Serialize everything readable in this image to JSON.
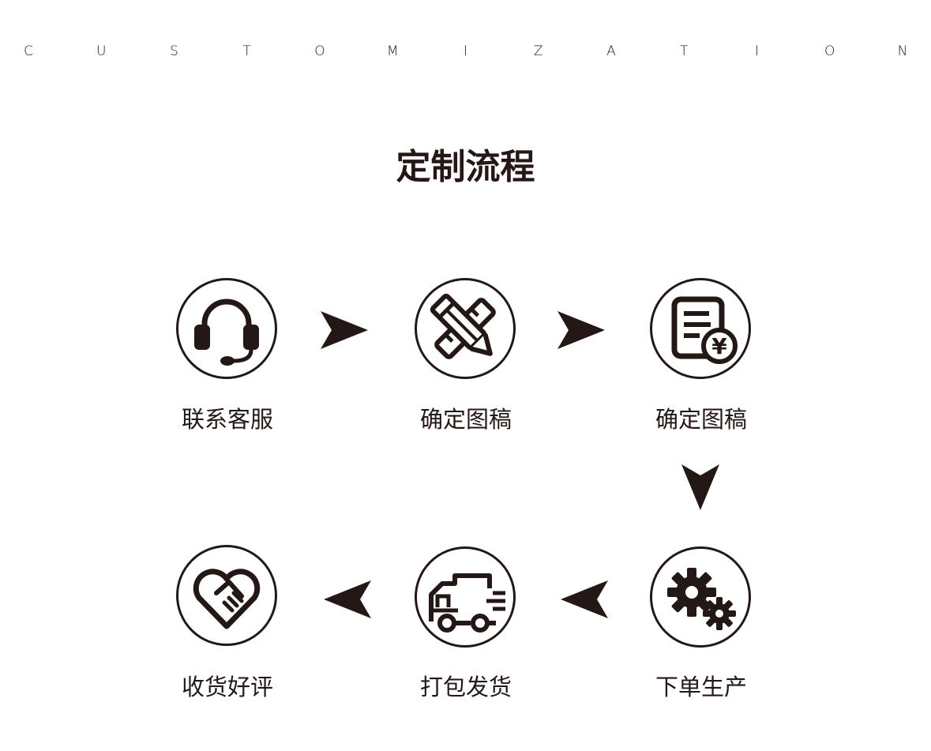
{
  "banner": {
    "letters": [
      "C",
      "U",
      "S",
      "T",
      "O",
      "M",
      "I",
      "Z",
      "A",
      "T",
      "I",
      "O",
      "N"
    ]
  },
  "title": "定制流程",
  "steps": {
    "contact": {
      "label": "联系客服",
      "icon": "headset-icon"
    },
    "design": {
      "label": "确定图稿",
      "icon": "pencil-ruler-icon"
    },
    "quote": {
      "label": "确定图稿",
      "icon": "invoice-yen-icon",
      "symbol": "¥"
    },
    "produce": {
      "label": "下单生产",
      "icon": "gears-icon"
    },
    "ship": {
      "label": "打包发货",
      "icon": "truck-icon"
    },
    "review": {
      "label": "收货好评",
      "icon": "handshake-heart-icon"
    }
  },
  "colors": {
    "ink": "#231815",
    "background": "#ffffff"
  }
}
